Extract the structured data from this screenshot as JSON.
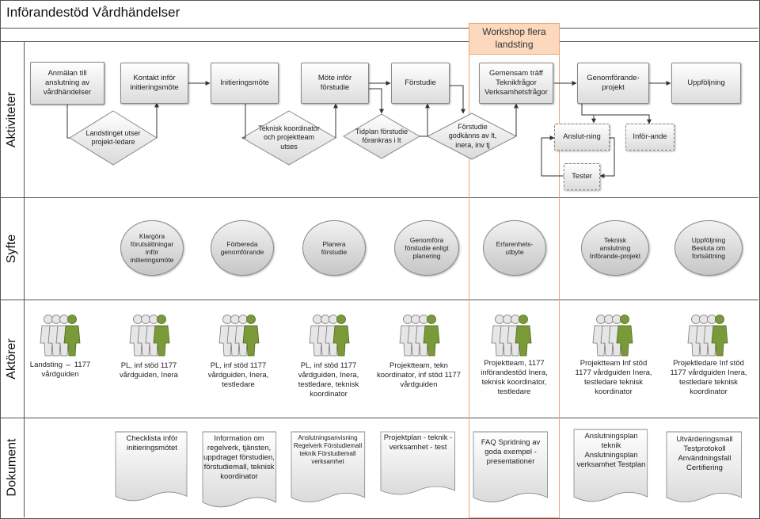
{
  "title": "Införandestöd Vårdhändelser",
  "workshop_header": "Workshop flera landsting",
  "lanes": [
    "Aktiviteter",
    "Syfte",
    "Aktörer",
    "Dokument"
  ],
  "activities": [
    "Anmälan till anslutning av vårdhändelser",
    "Kontakt inför initieringsmöte",
    "Initieringsmöte",
    "Möte inför förstudie",
    "Förstudie",
    "Gemensam träff Teknikfrågor Verksamhetsfrågor",
    "Genomförande-projekt",
    "Uppföljning"
  ],
  "decisions": [
    "Landstinget utser projekt-ledare",
    "Teknisk koordinator och projektteam utses",
    "Tidplan förstudie förankras i lt",
    "Förstudie godkänns av lt, inera, inv tj"
  ],
  "subactivities": [
    "Anslut-ning",
    "Inför-ande",
    "Tester"
  ],
  "purposes": [
    "Klargöra förutsättningar inför initieringsmöte",
    "Förbereda genomförande",
    "Planera förstudie",
    "Genomföra förstudie enligt planering",
    "Erfarenhets-utbyte",
    "Teknisk anslutning Införande-projekt",
    "Uppföljning Besluta om fortsättning"
  ],
  "actors": [
    "Landsting ⇔ 1177 vårdguiden",
    "PL, inf stöd 1177 vårdguiden, Inera",
    "PL, inf stöd 1177 vårdguiden, Inera, testledare",
    "PL, inf stöd 1177 vårdguiden, Inera, testledare, teknisk koordinator",
    "Projektteam, tekn koordinator, inf stöd 1177 vårdguiden",
    "Projektteam, 1177 införandestöd Inera, teknisk koordinator, testledare",
    "Projektteam Inf stöd 1177 vårdguiden Inera, testledare teknisk koordinator",
    "Projektledare Inf stöd 1177 vårdguiden Inera, testledare teknisk koordinator"
  ],
  "documents": [
    "Checklista inför initieringsmötet",
    "Information om regelverk, tjänsten, uppdraget förstudien, förstudiemall, teknisk koordinator",
    "Anslutningsanvisning Regelverk Förstudiemall teknik Förstudiemall verksamhet",
    "Projektplan - teknik - verksamhet - test",
    "FAQ Spridning av goda exempel - presentationer",
    "Anslutningsplan teknik Anslutningsplan verksamhet Testplan",
    "Utvärderingsmall Testprotokoll Användningsfall Certifiering"
  ],
  "colors": {
    "workshop_fill": "#fcd9bd",
    "workshop_border": "#e8a77a",
    "actor_accent": "#7a9a3a"
  },
  "icons": [
    "people-group-icon",
    "document-icon",
    "decision-diamond-icon",
    "arrow-icon"
  ]
}
